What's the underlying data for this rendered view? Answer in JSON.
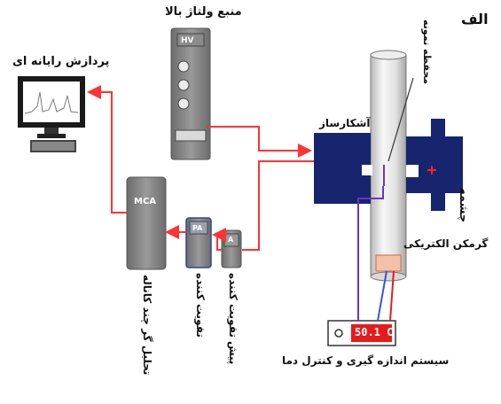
{
  "panel_letter": "الف",
  "labels": {
    "hv_source": "منبع ولتاژ بالا",
    "hv_badge": "HV",
    "computer": "پردازش رایانه ای",
    "detector": "آشکارساز",
    "source": "چشمه",
    "sample_holder": "محفظه نمونه",
    "heater": "گرمکن الکتریکی",
    "mca_badge": "MCA",
    "pa_badge": "PA",
    "a_badge": "A",
    "mca_caption": "تحلیل گر چند کاناله",
    "pa_caption": "تقویت کننده",
    "a_caption": "پیش تقویت کننده",
    "temp_system": "سیستم اندازه گیری و کنترل دما",
    "temp_display": "50.1 C"
  },
  "colors": {
    "signal_line": "#ff3333",
    "wire_purple": "#6a33c8",
    "wire_blue": "#3355dd",
    "wire_red": "#e02020",
    "detector_blue": "#17256e",
    "device_gray": "#7d7d7d",
    "display_red": "#e51b1b"
  }
}
